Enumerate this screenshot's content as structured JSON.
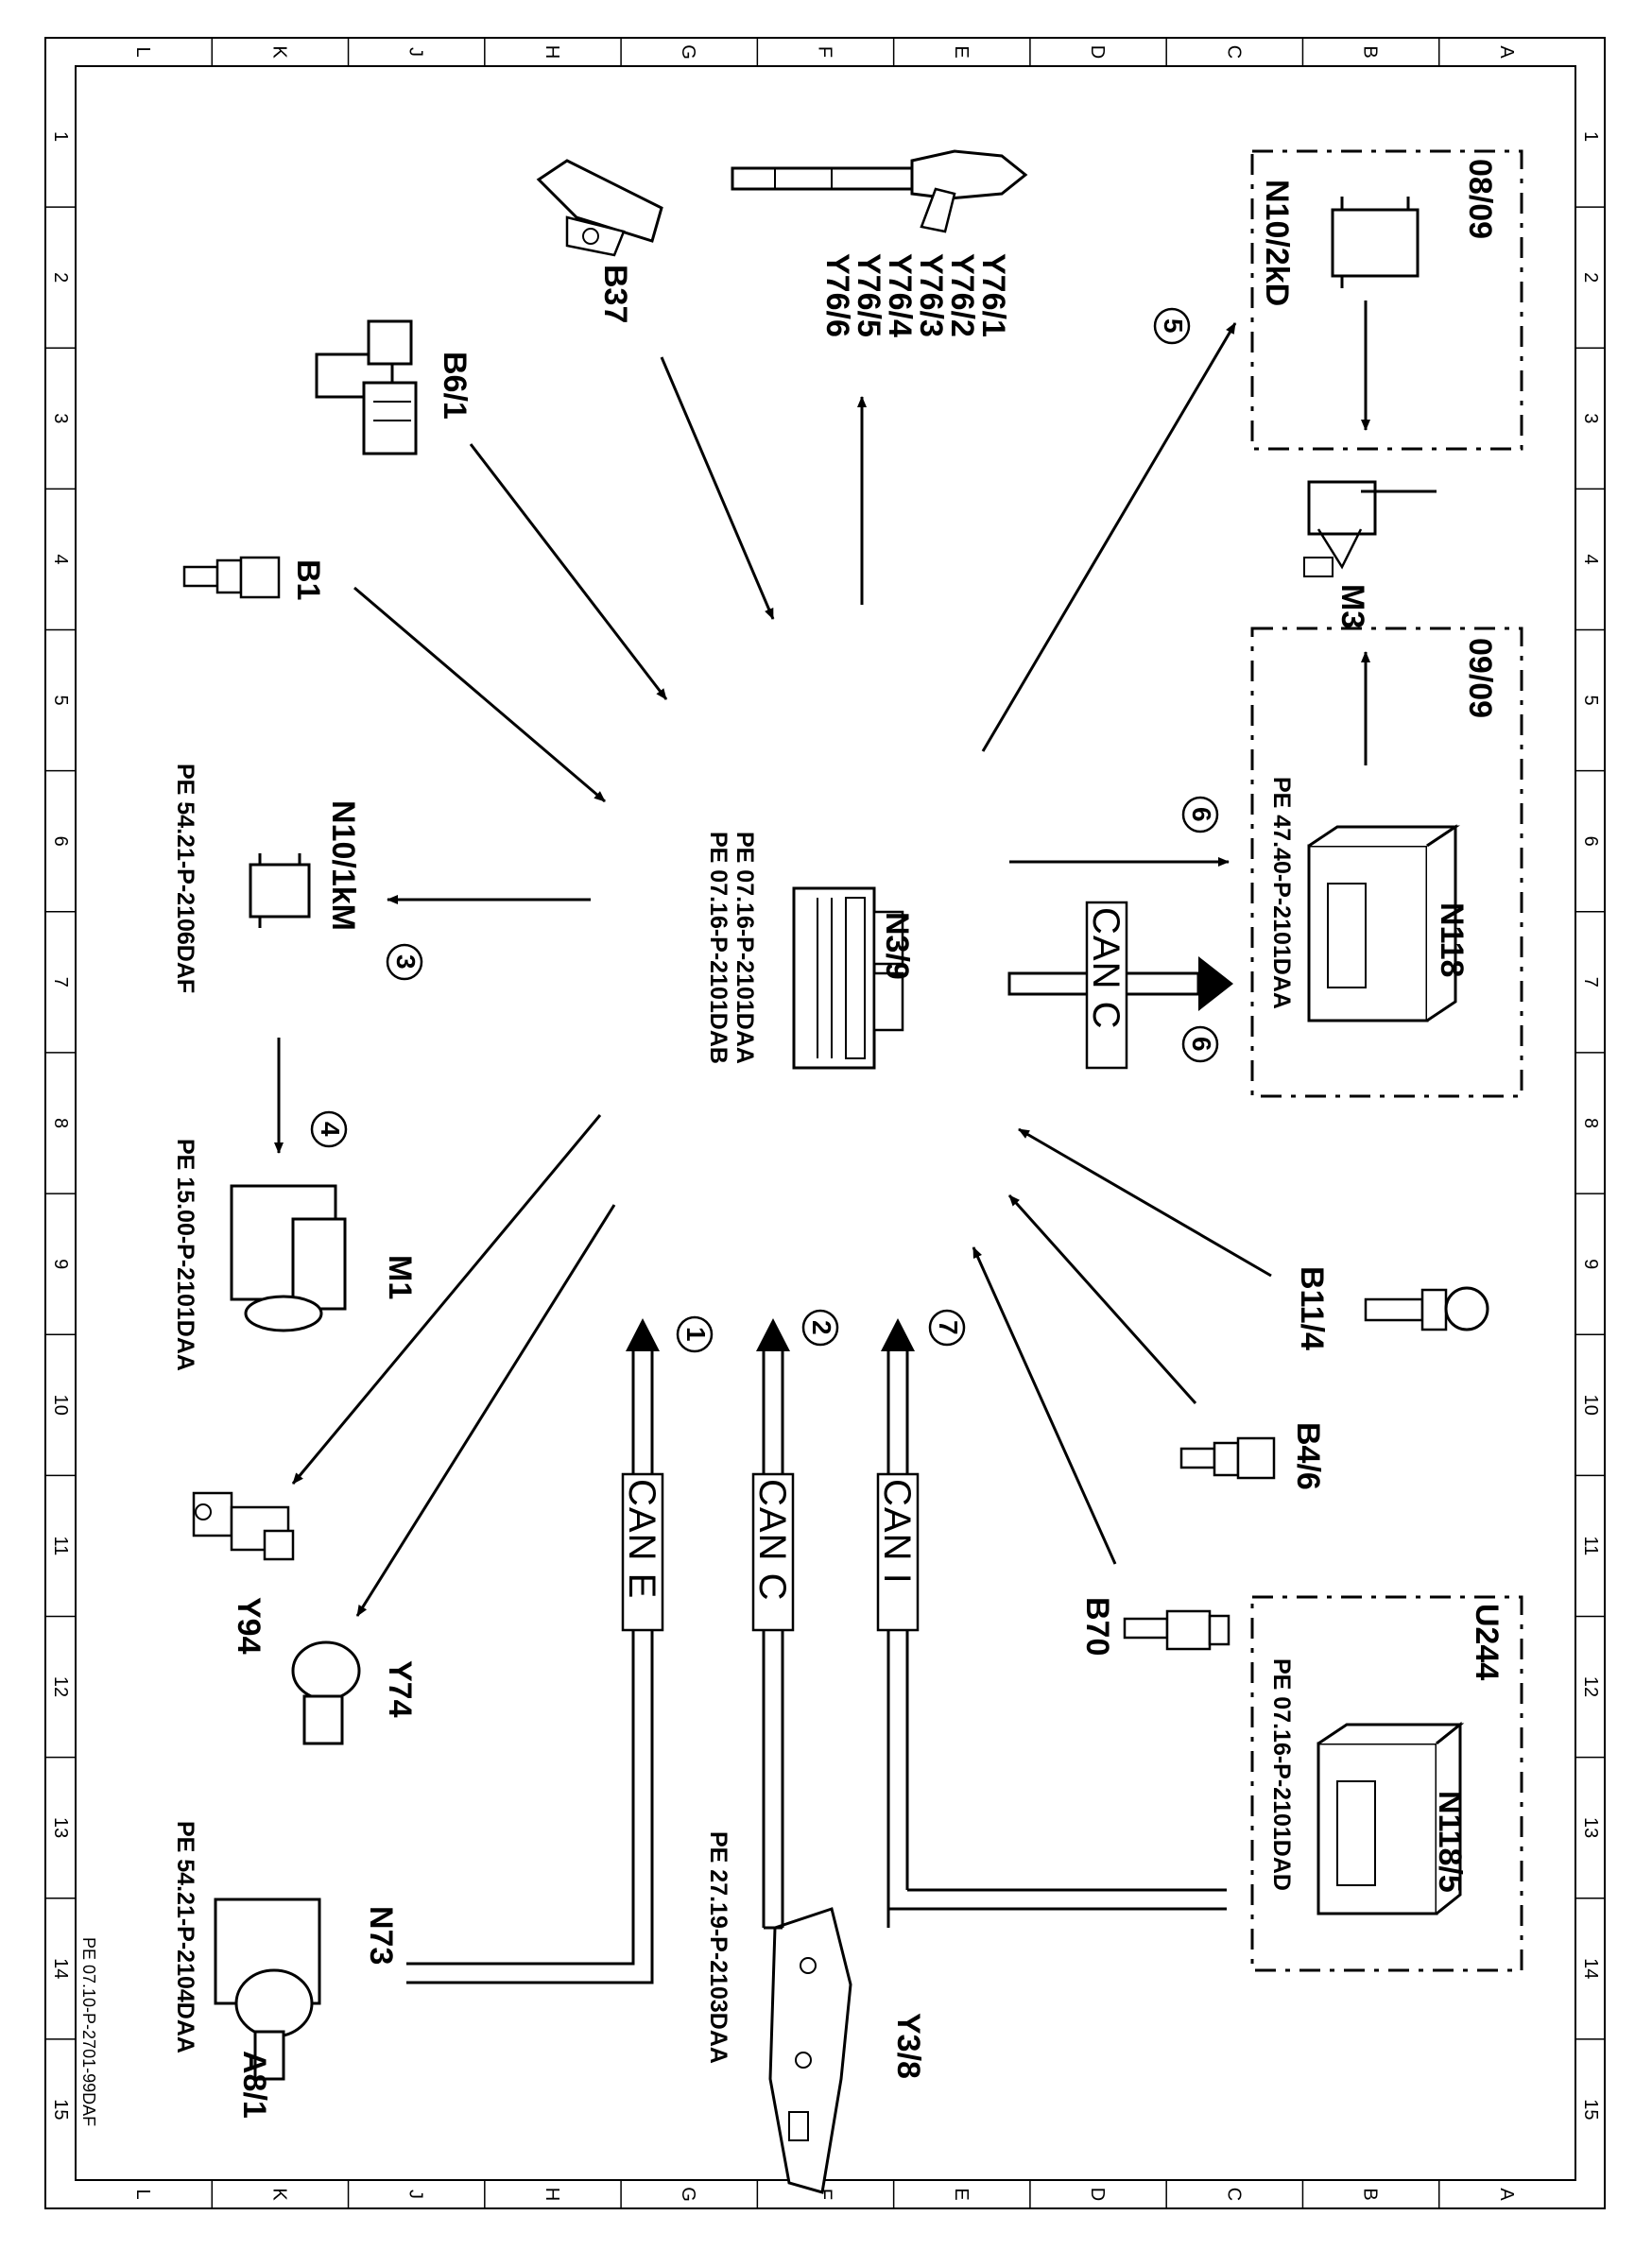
{
  "border": {
    "cols": [
      "L",
      "K",
      "J",
      "H",
      "G",
      "F",
      "E",
      "D",
      "C",
      "B",
      "A"
    ],
    "rows": [
      "1",
      "2",
      "3",
      "4",
      "5",
      "6",
      "7",
      "8",
      "9",
      "10",
      "11",
      "12",
      "13",
      "14",
      "15"
    ]
  },
  "components": {
    "central": {
      "name": "N3/9",
      "ref1": "PE 07.16-P-2101DAA",
      "ref2": "PE 07.16-P-2101DAB"
    },
    "b37": "B37",
    "y76": [
      "Y76/1",
      "Y76/2",
      "Y76/3",
      "Y76/4",
      "Y76/5",
      "Y76/6"
    ],
    "b61": "B6/1",
    "b1": "B1",
    "n10_2": {
      "name": "N10/2kD",
      "date": "08/09"
    },
    "m3": "M3",
    "n118": {
      "name": "N118",
      "ref": "PE 47.40-P-2101DAA",
      "date": "09/09"
    },
    "n10_1": {
      "name": "N10/1kM",
      "ref": "PE 54.21-P-2106DAF"
    },
    "m1": {
      "name": "M1",
      "ref": "PE 15.00-P-2101DAA"
    },
    "y94": "Y94",
    "y74": "Y74",
    "n73": {
      "name": "N73",
      "ref": "PE 54.21-P-2104DAA",
      "sub": "A8/1"
    },
    "y38": {
      "name": "Y3/8",
      "ref": "PE 27.19-P-2103DAA"
    },
    "b70": "B70",
    "b46": "B4/6",
    "b114": "B11/4",
    "u244": {
      "name": "U244",
      "comp": "N118/5",
      "ref": "PE 07.16-P-2101DAD"
    }
  },
  "buses": {
    "can_c_right": "CAN C",
    "can_e": "CAN E",
    "can_c": "CAN C",
    "can_i": "CAN I"
  },
  "circles": {
    "c1": "1",
    "c2": "2",
    "c3": "3",
    "c4": "4",
    "c5": "5",
    "c6a": "6",
    "c6b": "6",
    "c7": "7"
  },
  "footer": "PE 07.10-P-2701-99DAF"
}
